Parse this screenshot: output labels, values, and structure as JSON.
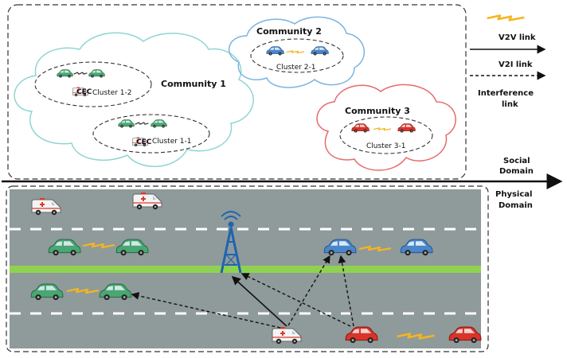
{
  "social": {
    "communities": [
      {
        "label": "Community 1",
        "clusters": [
          "Cluster 1-2",
          "Cluster 1-1"
        ]
      },
      {
        "label": "Community 2",
        "clusters": [
          "Cluster 2-1"
        ]
      },
      {
        "label": "Community 3",
        "clusters": [
          "Cluster 3-1"
        ]
      }
    ]
  },
  "legend": {
    "v2v": "V2V link",
    "v2i": "V2I link",
    "interference_line1": "Interference",
    "interference_line2": "link"
  },
  "domains": {
    "social_line1": "Social",
    "social_line2": "Domain",
    "physical_line1": "Physical",
    "physical_line2": "Domain"
  },
  "vehicle_tag": "CEC",
  "colors": {
    "community1": "#a8dede",
    "community2": "#8ab8e8",
    "community3": "#e85a5a",
    "road": "#8f9a9a",
    "median": "#8fd24f",
    "car_green": "#4aa673",
    "car_blue": "#4a86c8",
    "car_red": "#d8342a",
    "tower": "#1e63b0",
    "v2v_bolt": "#f5b51e"
  }
}
